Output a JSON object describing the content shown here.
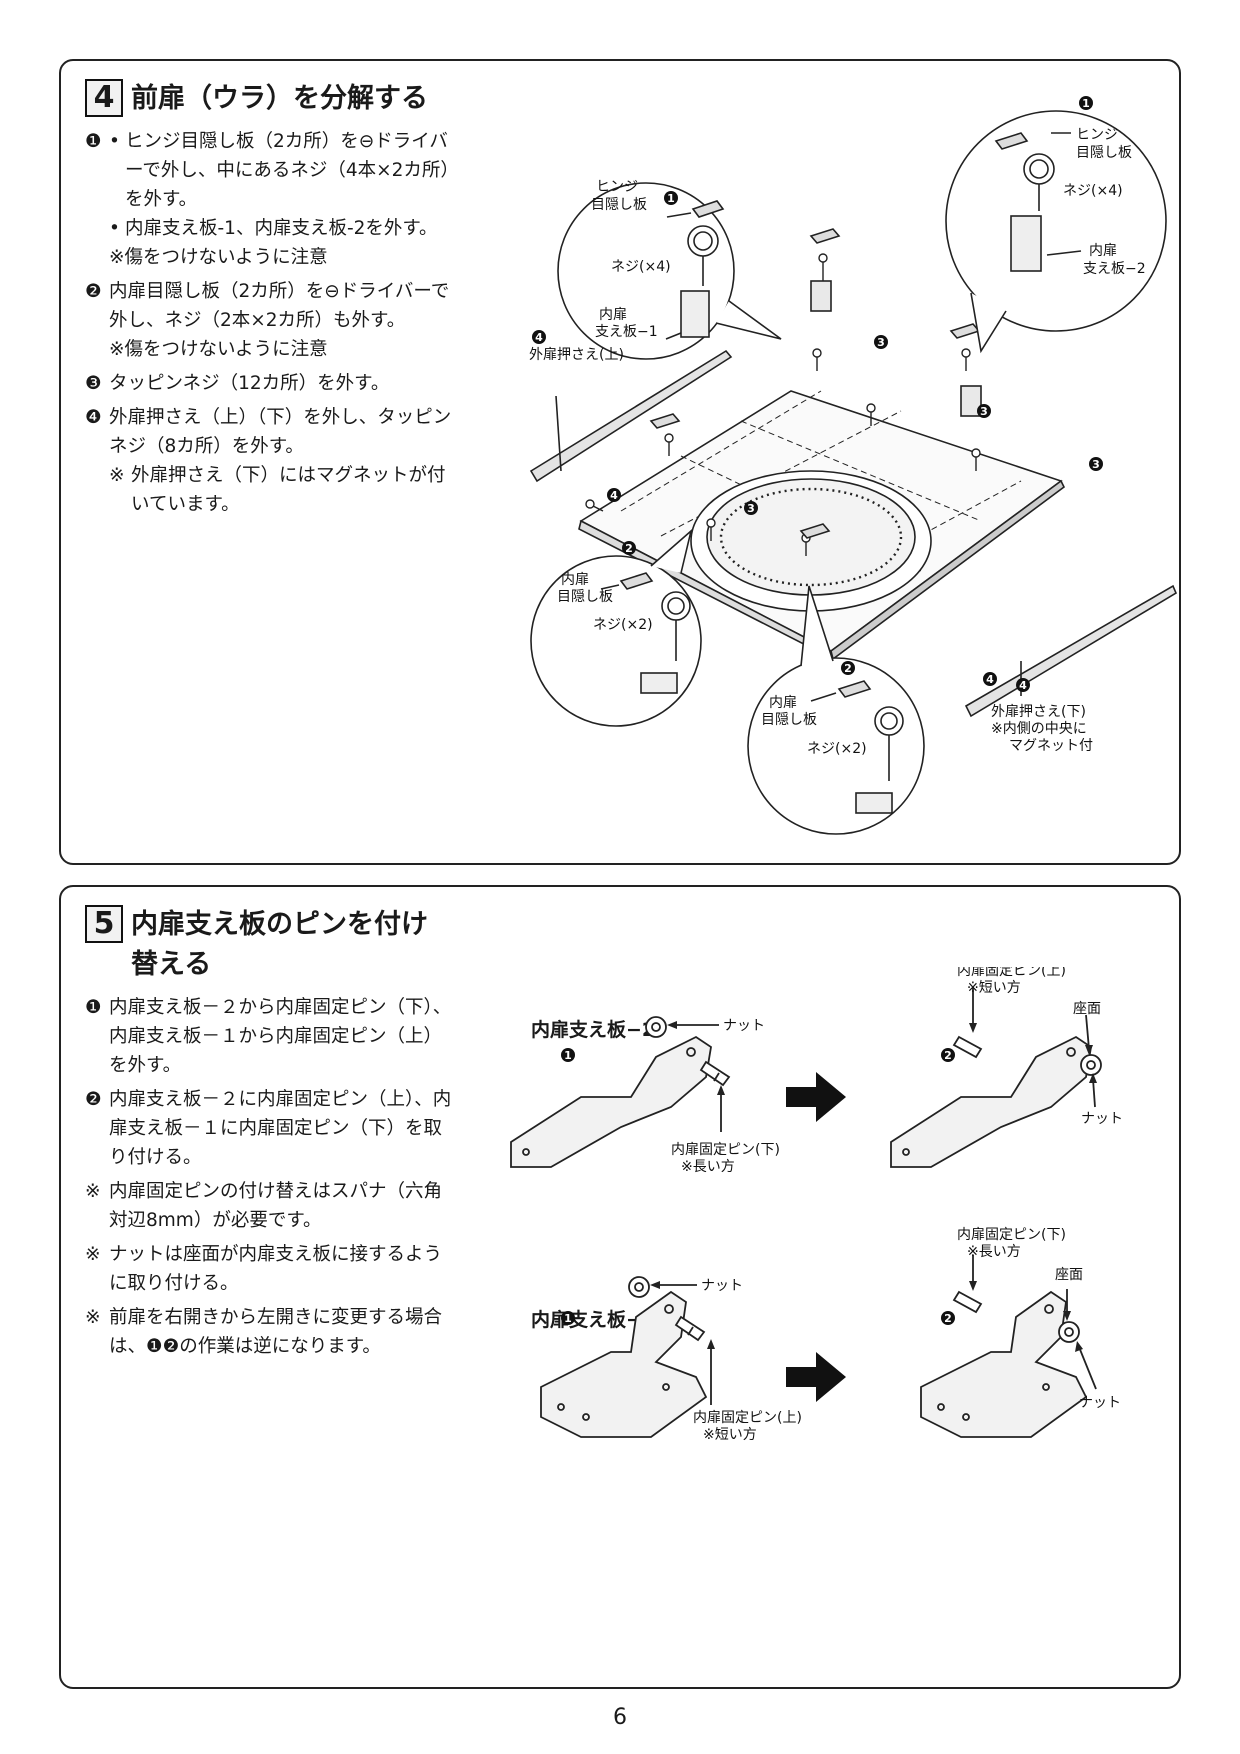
{
  "section4": {
    "num": "4",
    "title": "前扉（ウラ）を分解する",
    "step1_mark": "❶",
    "step1_bullet_a": "•",
    "step1_text_a": "ヒンジ目隠し板（2カ所）を⊖ドライバーで外し、中にあるネジ（4本×2カ所）を外す。",
    "step1_bullet_b": "•",
    "step1_text_b": "内扉支え板-1、内扉支え板-2を外す。",
    "step1_note": "※傷をつけないように注意",
    "step2_mark": "❷",
    "step2_text": "内扉目隠し板（2カ所）を⊖ドライバーで外し、ネジ（2本×2カ所）も外す。",
    "step2_note": "※傷をつけないように注意",
    "step3_mark": "❸",
    "step3_text": "タッピンネジ（12カ所）を外す。",
    "step4_mark": "❹",
    "step4_text": "外扉押さえ（上）（下）を外し、タッピンネジ（8カ所）を外す。",
    "step4_note_mark": "※",
    "step4_note": "外扉押さえ（下）にはマグネットが付いています。",
    "diagram": {
      "callout_tl_num": "1",
      "callout_tl_hinge_1": "ヒンジ",
      "callout_tl_hinge_2": "目隠し板",
      "callout_tl_screw": "ネジ(×4)",
      "callout_tl_plate_1": "内扉",
      "callout_tl_plate_2": "支え板−1",
      "callout_tr_num": "1",
      "callout_tr_hinge_1": "ヒンジ",
      "callout_tr_hinge_2": "目隠し板",
      "callout_tr_screw": "ネジ(×4)",
      "callout_tr_plate_1": "内扉",
      "callout_tr_plate_2": "支え板−2",
      "outer_top_num": "4",
      "outer_top_label": "外扉押さえ(上)",
      "callout_bl_num": "2",
      "callout_bl_cover_1": "内扉",
      "callout_bl_cover_2": "目隠し板",
      "callout_bl_screw": "ネジ(×2)",
      "callout_bc_num": "2",
      "callout_bc_cover_1": "内扉",
      "callout_bc_cover_2": "目隠し板",
      "callout_bc_screw": "ネジ(×2)",
      "outer_bottom_num": "4",
      "outer_bottom_label_1": "外扉押さえ(下)",
      "outer_bottom_label_2": "※内側の中央に",
      "outer_bottom_label_3": "マグネット付",
      "num3": "3",
      "num4": "4"
    }
  },
  "section5": {
    "num": "5",
    "title_line1": "内扉支え板のピンを付け",
    "title_line2": "替える",
    "step1_mark": "❶",
    "step1_text": "内扉支え板－２から内扉固定ピン（下）、内扉支え板－１から内扉固定ピン（上）を外す。",
    "step2_mark": "❷",
    "step2_text": "内扉支え板－２に内扉固定ピン（上）、内扉支え板－１に内扉固定ピン（下）を取り付ける。",
    "note1_mark": "※",
    "note1_text": "内扉固定ピンの付け替えはスパナ（六角対辺8mm）が必要です。",
    "note2_mark": "※",
    "note2_text": "ナットは座面が内扉支え板に接するように取り付ける。",
    "note3_mark": "※",
    "note3_pre": "前扉を右開きから左開きに変更する場合は、",
    "note3_marks": "❶❷",
    "note3_post": "の作業は逆になります。",
    "plate2": {
      "heading": "内扉支え板−2",
      "num_before": "1",
      "num_after": "2",
      "nut_before": "ナット",
      "pin_before_1": "内扉固定ピン(下)",
      "pin_before_2": "※長い方",
      "pin_after_1": "内扉固定ピン(上)",
      "pin_after_2": "※短い方",
      "seat": "座面",
      "nut_after": "ナット"
    },
    "plate1": {
      "heading": "内扉支え板−1",
      "num_before": "1",
      "num_after": "2",
      "nut_before": "ナット",
      "pin_before_1": "内扉固定ピン(上)",
      "pin_before_2": "※短い方",
      "pin_after_1": "内扉固定ピン(下)",
      "pin_after_2": "※長い方",
      "seat": "座面",
      "nut_after": "ナット"
    }
  },
  "page_number": "6"
}
